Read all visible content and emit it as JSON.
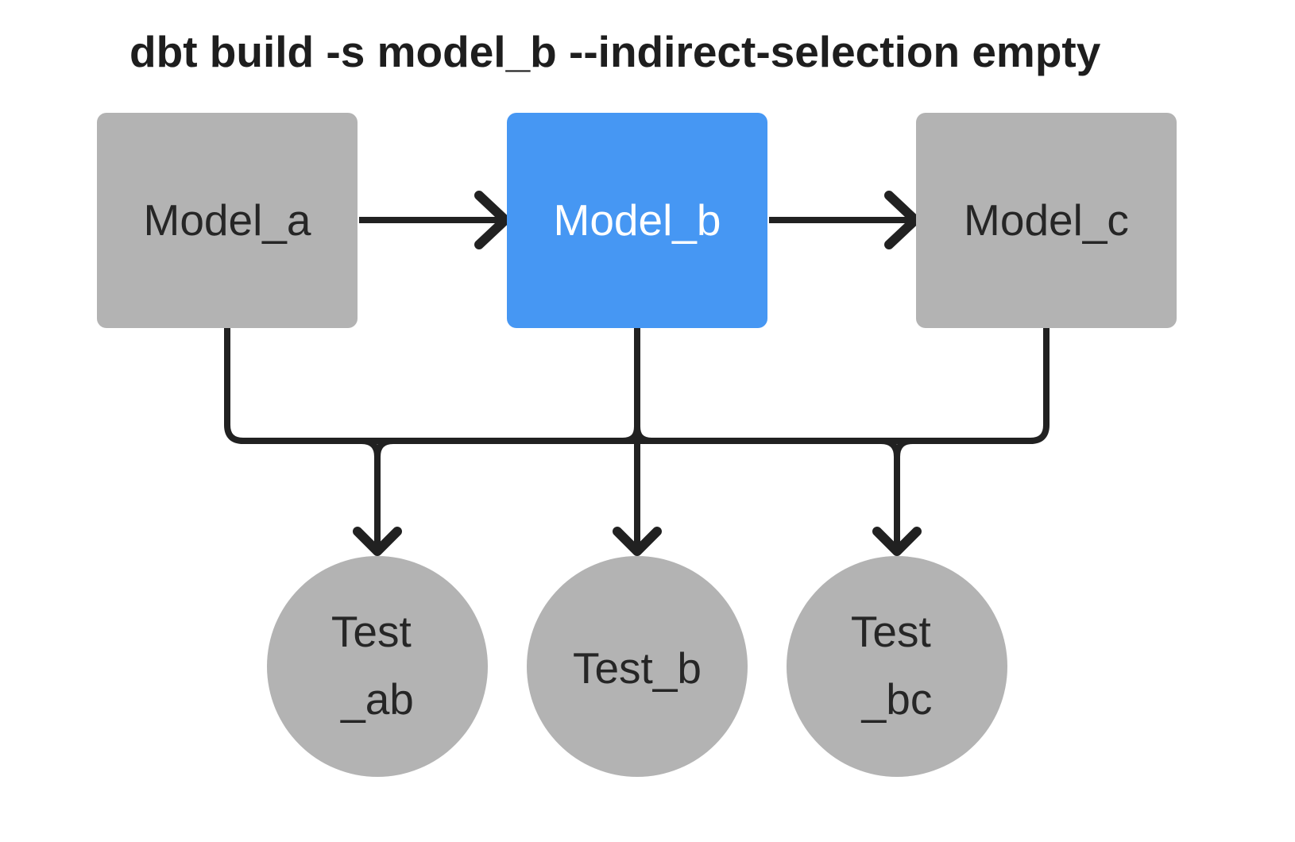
{
  "title": "dbt build -s model_b --indirect-selection empty",
  "colors": {
    "background": "#FFFFFF",
    "selected_node": "#4697F3",
    "unselected_node": "#B3B3B3",
    "edge": "#212121",
    "title_text": "#1E1E1E",
    "node_text_dark": "#262626",
    "node_text_light": "#FFFFFF"
  },
  "nodes": {
    "model_a": {
      "label": "Model_a",
      "kind": "model",
      "shape": "square",
      "state": "unselected"
    },
    "model_b": {
      "label": "Model_b",
      "kind": "model",
      "shape": "square",
      "state": "selected"
    },
    "model_c": {
      "label": "Model_c",
      "kind": "model",
      "shape": "square",
      "state": "unselected"
    },
    "test_ab": {
      "label_line1": "Test",
      "label_line2": "_ab",
      "kind": "test",
      "shape": "circle",
      "state": "unselected"
    },
    "test_b": {
      "label": "Test_b",
      "kind": "test",
      "shape": "circle",
      "state": "unselected"
    },
    "test_bc": {
      "label_line1": "Test",
      "label_line2": "_bc",
      "kind": "test",
      "shape": "circle",
      "state": "unselected"
    }
  },
  "edges": [
    {
      "from": "model_a",
      "to": "model_b"
    },
    {
      "from": "model_b",
      "to": "model_c"
    },
    {
      "from": "model_a",
      "to": "test_ab"
    },
    {
      "from": "model_b",
      "to": "test_ab"
    },
    {
      "from": "model_b",
      "to": "test_b"
    },
    {
      "from": "model_b",
      "to": "test_bc"
    },
    {
      "from": "model_c",
      "to": "test_bc"
    }
  ]
}
